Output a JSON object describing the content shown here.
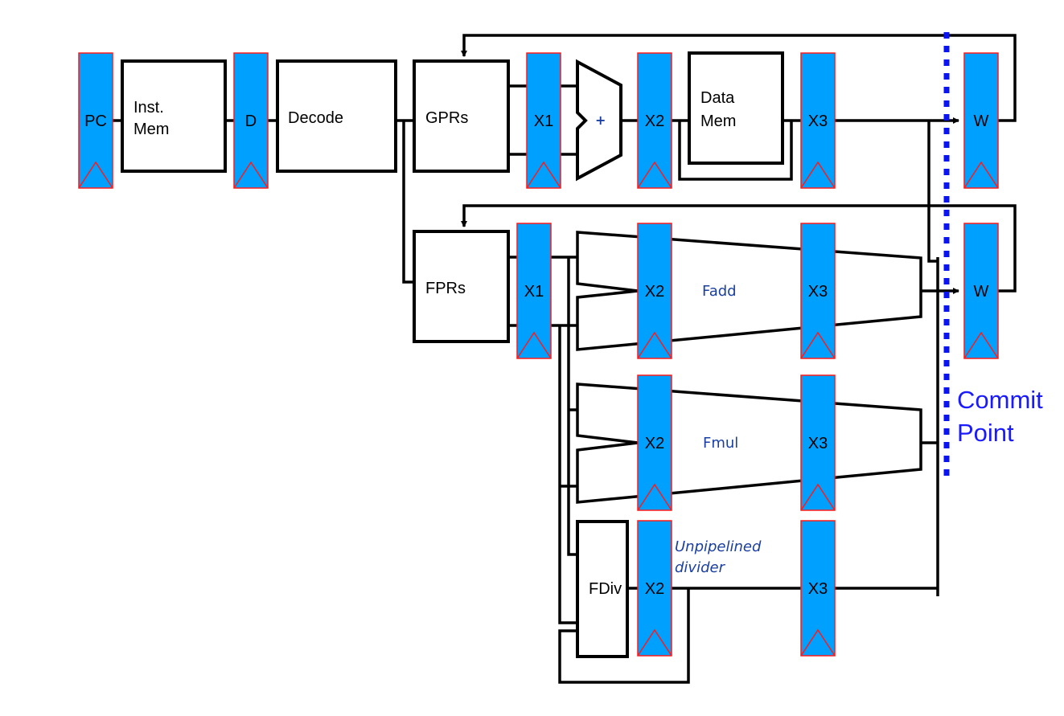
{
  "diagram": {
    "title": "In-order floating-point pipeline with commit point",
    "colors": {
      "register_fill": "#00a0ff",
      "register_border": "#ff1a1a",
      "wire": "#000000",
      "commit_line": "#0a14f0",
      "unit_text": "#1a3fa0",
      "commit_text": "#1a1aff"
    },
    "registers": {
      "pc": "PC",
      "d": "D",
      "int_x1": "X1",
      "int_x2": "X2",
      "int_x3": "X3",
      "int_w": "W",
      "fp_x1": "X1",
      "fadd_x2": "X2",
      "fadd_x3": "X3",
      "fp_w": "W",
      "fmul_x2": "X2",
      "fmul_x3": "X3",
      "fdiv_x2": "X2",
      "fdiv_x3": "X3"
    },
    "blocks": {
      "inst_mem_line1": "Inst.",
      "inst_mem_line2": "Mem",
      "decode": "Decode",
      "gprs": "GPRs",
      "fprs": "FPRs",
      "data_mem_line1": "Data",
      "data_mem_line2": "Mem",
      "fdiv": "FDiv",
      "alu_op": "+"
    },
    "units": {
      "fadd": "Fadd",
      "fmul": "Fmul",
      "divider_line1": "Unpipelined",
      "divider_line2": "divider"
    },
    "commit": {
      "line1": "Commit",
      "line2": "Point"
    }
  }
}
